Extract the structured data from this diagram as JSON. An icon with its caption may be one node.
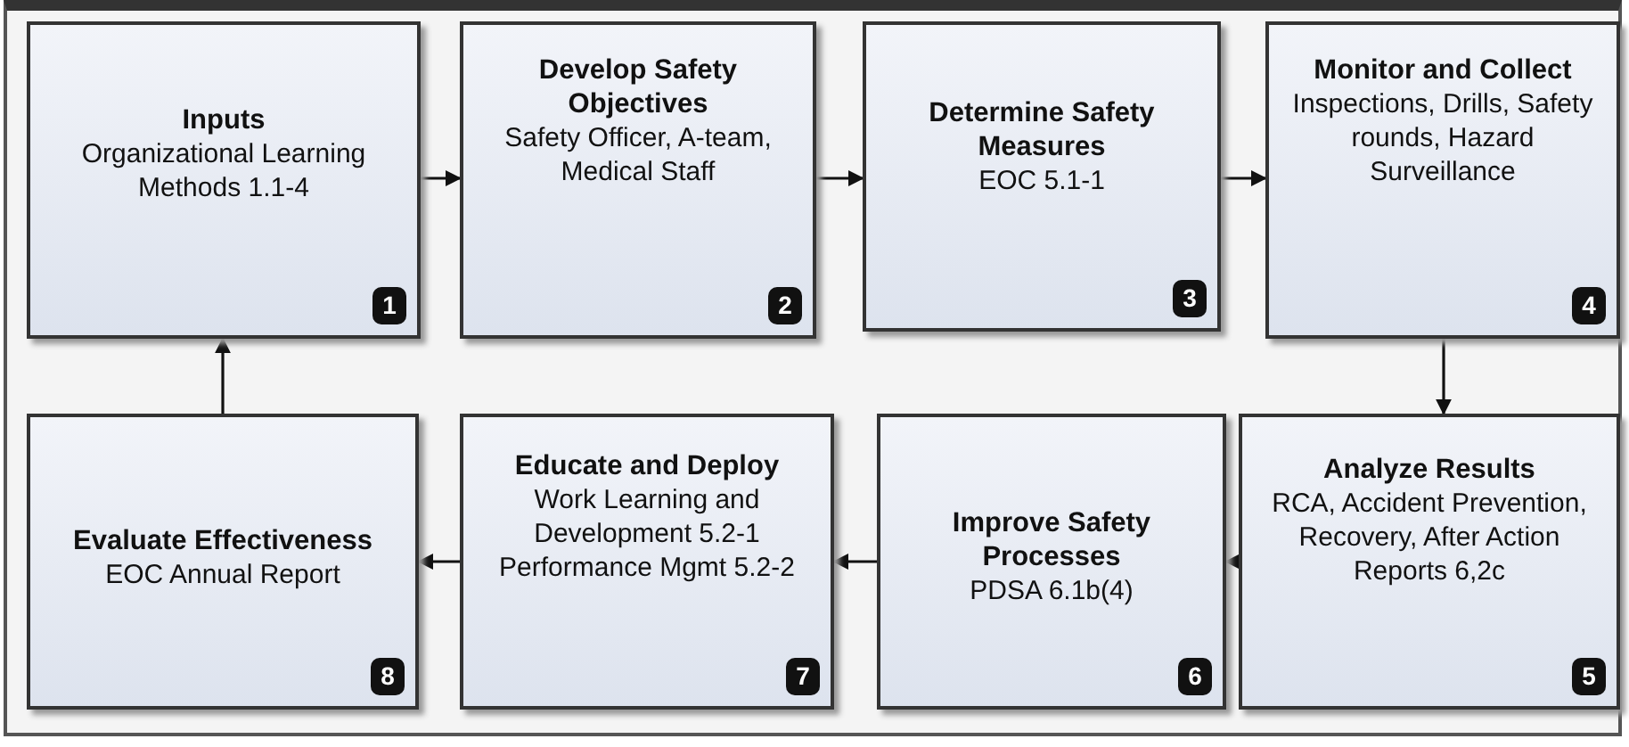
{
  "diagram": {
    "nodes": [
      {
        "text": [
          "Inputs",
          "Organizational Learning Methods  1.1-4",
          "1"
        ]
      },
      {
        "text": [
          "Develop Safety Objectives",
          "Safety Officer, A-team, Medical Staff",
          "2"
        ]
      },
      {
        "text": [
          "Determine Safety Measures",
          "EOC 5.1-1",
          "3"
        ]
      },
      {
        "text": [
          "Monitor and Collect",
          "Inspections, Drills, Safety rounds, Hazard Surveillance",
          "4"
        ]
      },
      {
        "text": [
          "Analyze Results",
          "RCA, Accident Prevention, Recovery, After Action Reports 6,2c",
          "5"
        ]
      },
      {
        "text": [
          "Improve Safety Processes",
          "PDSA 6.1b(4)",
          "6"
        ]
      },
      {
        "text": [
          "Educate and Deploy",
          "Work Learning and Development 5.2-1 Performance Mgmt 5.2-2",
          "7"
        ]
      },
      {
        "text": [
          "Evaluate Effectiveness",
          "EOC Annual Report",
          "8"
        ]
      }
    ],
    "edges": [
      {
        "from": 0,
        "to": 1,
        "arrow": "to"
      },
      {
        "from": 1,
        "to": 2,
        "arrow": "to"
      },
      {
        "from": 2,
        "to": 3,
        "arrow": "to"
      },
      {
        "from": 3,
        "to": 4,
        "arrow": "to"
      },
      {
        "from": 4,
        "to": 5,
        "arrow": "to"
      },
      {
        "from": 5,
        "to": 6,
        "arrow": "to"
      },
      {
        "from": 6,
        "to": 7,
        "arrow": "to"
      },
      {
        "from": 7,
        "to": 0,
        "arrow": "to"
      }
    ]
  }
}
